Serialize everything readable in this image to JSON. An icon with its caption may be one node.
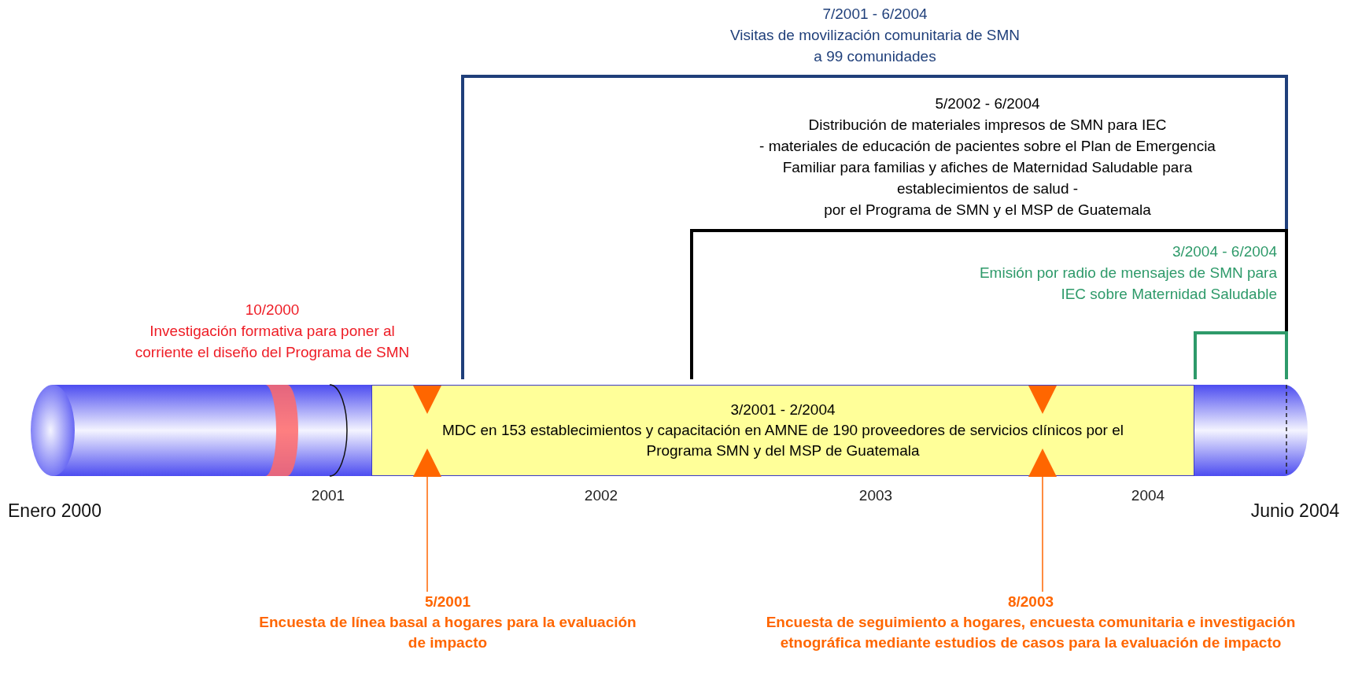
{
  "diagram": {
    "nodes": [
      {
        "text": [],
        "shape": "cylinder"
      },
      {
        "text": [
          "3/2001 - 2/2004",
          "MDC en 153 establecimientos y capacitación en AMNE de 190 proveedores de servicios clínicos por el Programa SMN y del MSP de Guatemala"
        ],
        "in": 0
      },
      {
        "text": [],
        "shape": "triangle",
        "in": 1
      },
      {
        "text": [],
        "shape": "triangle",
        "in": 1
      },
      {
        "text": [],
        "shape": "triangle",
        "in": 1
      },
      {
        "text": [],
        "shape": "triangle",
        "in": 1
      },
      {
        "text": [
          "5/2001",
          "Encuesta de línea basal a hogares para la evaluación de impacto"
        ]
      },
      {
        "text": [
          "8/2003",
          "Encuesta de seguimiento a hogares, encuesta comunitaria e investigación etnográfica mediante estudios de casos para la evaluación de impacto"
        ]
      }
    ],
    "edges": [
      {
        "from": 6,
        "to": 4,
        "arrow": "none"
      },
      {
        "from": 7,
        "to": 5,
        "arrow": "none"
      }
    ],
    "labels": [
      "7/2001 - 6/2004",
      "Visitas de movilización comunitaria de SMN a 99 comunidades",
      "5/2002 - 6/2004",
      "Distribución de materiales impresos de SMN para IEC",
      "- materiales de educación de pacientes sobre el Plan de Emergencia Familiar para familias y afiches de Maternidad Saludable para establecimientos de salud -",
      "por el Programa de SMN y el MSP de Guatemala",
      "3/2004 - 6/2004",
      "Emisión por radio de mensajes de SMN para IEC sobre Maternidad Saludable",
      "10/2000",
      "Investigación formativa para poner al corriente el diseño del Programa de SMN",
      "2001",
      "2002",
      "2003",
      "2004",
      "Enero 2000",
      "Junio 2004"
    ]
  }
}
